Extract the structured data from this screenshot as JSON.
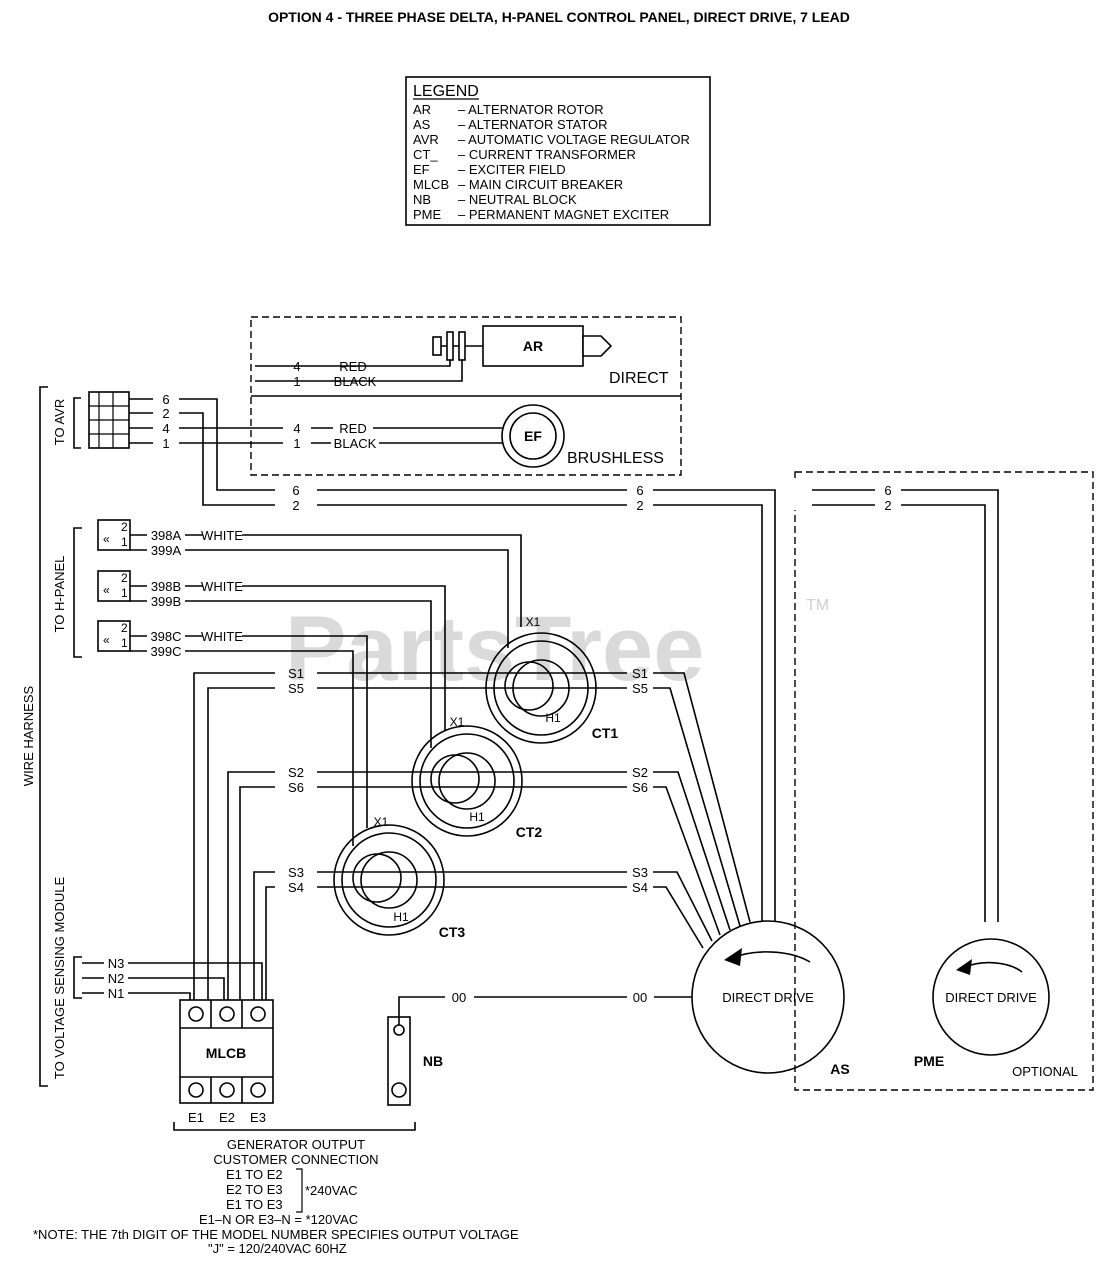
{
  "title": "OPTION 4 - THREE PHASE DELTA, H-PANEL CONTROL PANEL, DIRECT DRIVE, 7 LEAD",
  "legend": {
    "heading": "LEGEND",
    "items": [
      {
        "code": "AR",
        "desc": "– ALTERNATOR ROTOR"
      },
      {
        "code": "AS",
        "desc": "– ALTERNATOR STATOR"
      },
      {
        "code": "AVR",
        "desc": "– AUTOMATIC VOLTAGE REGULATOR"
      },
      {
        "code": "CT_",
        "desc": "– CURRENT TRANSFORMER"
      },
      {
        "code": "EF",
        "desc": "– EXCITER FIELD"
      },
      {
        "code": "MLCB",
        "desc": "– MAIN CIRCUIT BREAKER"
      },
      {
        "code": "NB",
        "desc": "– NEUTRAL BLOCK"
      },
      {
        "code": "PME",
        "desc": "– PERMANENT MAGNET EXCITER"
      }
    ]
  },
  "labels": {
    "to_avr": "TO AVR",
    "to_h_panel": "TO H-PANEL",
    "to_voltage_sensing": "TO VOLTAGE SENSING MODULE",
    "wire_harness": "WIRE HARNESS",
    "direct": "DIRECT",
    "brushless": "BRUSHLESS",
    "ar": "AR",
    "ef": "EF",
    "ct1": "CT1",
    "ct2": "CT2",
    "ct3": "CT3",
    "x1": "X1",
    "h1": "H1",
    "mlcb": "MLCB",
    "nb": "NB",
    "as": "AS",
    "pme": "PME",
    "optional": "OPTIONAL",
    "direct_drive": "DIRECT DRIVE",
    "watermark": "PartsTree",
    "tm": "TM"
  },
  "wires": {
    "w6": "6",
    "w2": "2",
    "w4": "4",
    "w1": "1",
    "red": "RED",
    "black": "BLACK",
    "white": "WHITE",
    "w398a": "398A",
    "w399a": "399A",
    "w398b": "398B",
    "w399b": "399B",
    "w398c": "398C",
    "w399c": "399C",
    "s1": "S1",
    "s5": "S5",
    "s2": "S2",
    "s6": "S6",
    "s3": "S3",
    "s4": "S4",
    "n3": "N3",
    "n2": "N2",
    "n1": "N1",
    "w00": "00",
    "e1": "E1",
    "e2": "E2",
    "e3": "E3"
  },
  "notes": {
    "output_title_1": "GENERATOR OUTPUT",
    "output_title_2": "CUSTOMER CONNECTION",
    "pair_1": "E1 TO E2",
    "pair_2": "E2 TO E3",
    "pair_3": "E1 TO E3",
    "v240": "*240VAC",
    "line_120": "E1–N OR E3–N = *120VAC",
    "note": "*NOTE: THE 7th DIGIT OF THE MODEL NUMBER SPECIFIES OUTPUT VOLTAGE",
    "note_j": "\"J\" = 120/240VAC 60HZ"
  }
}
